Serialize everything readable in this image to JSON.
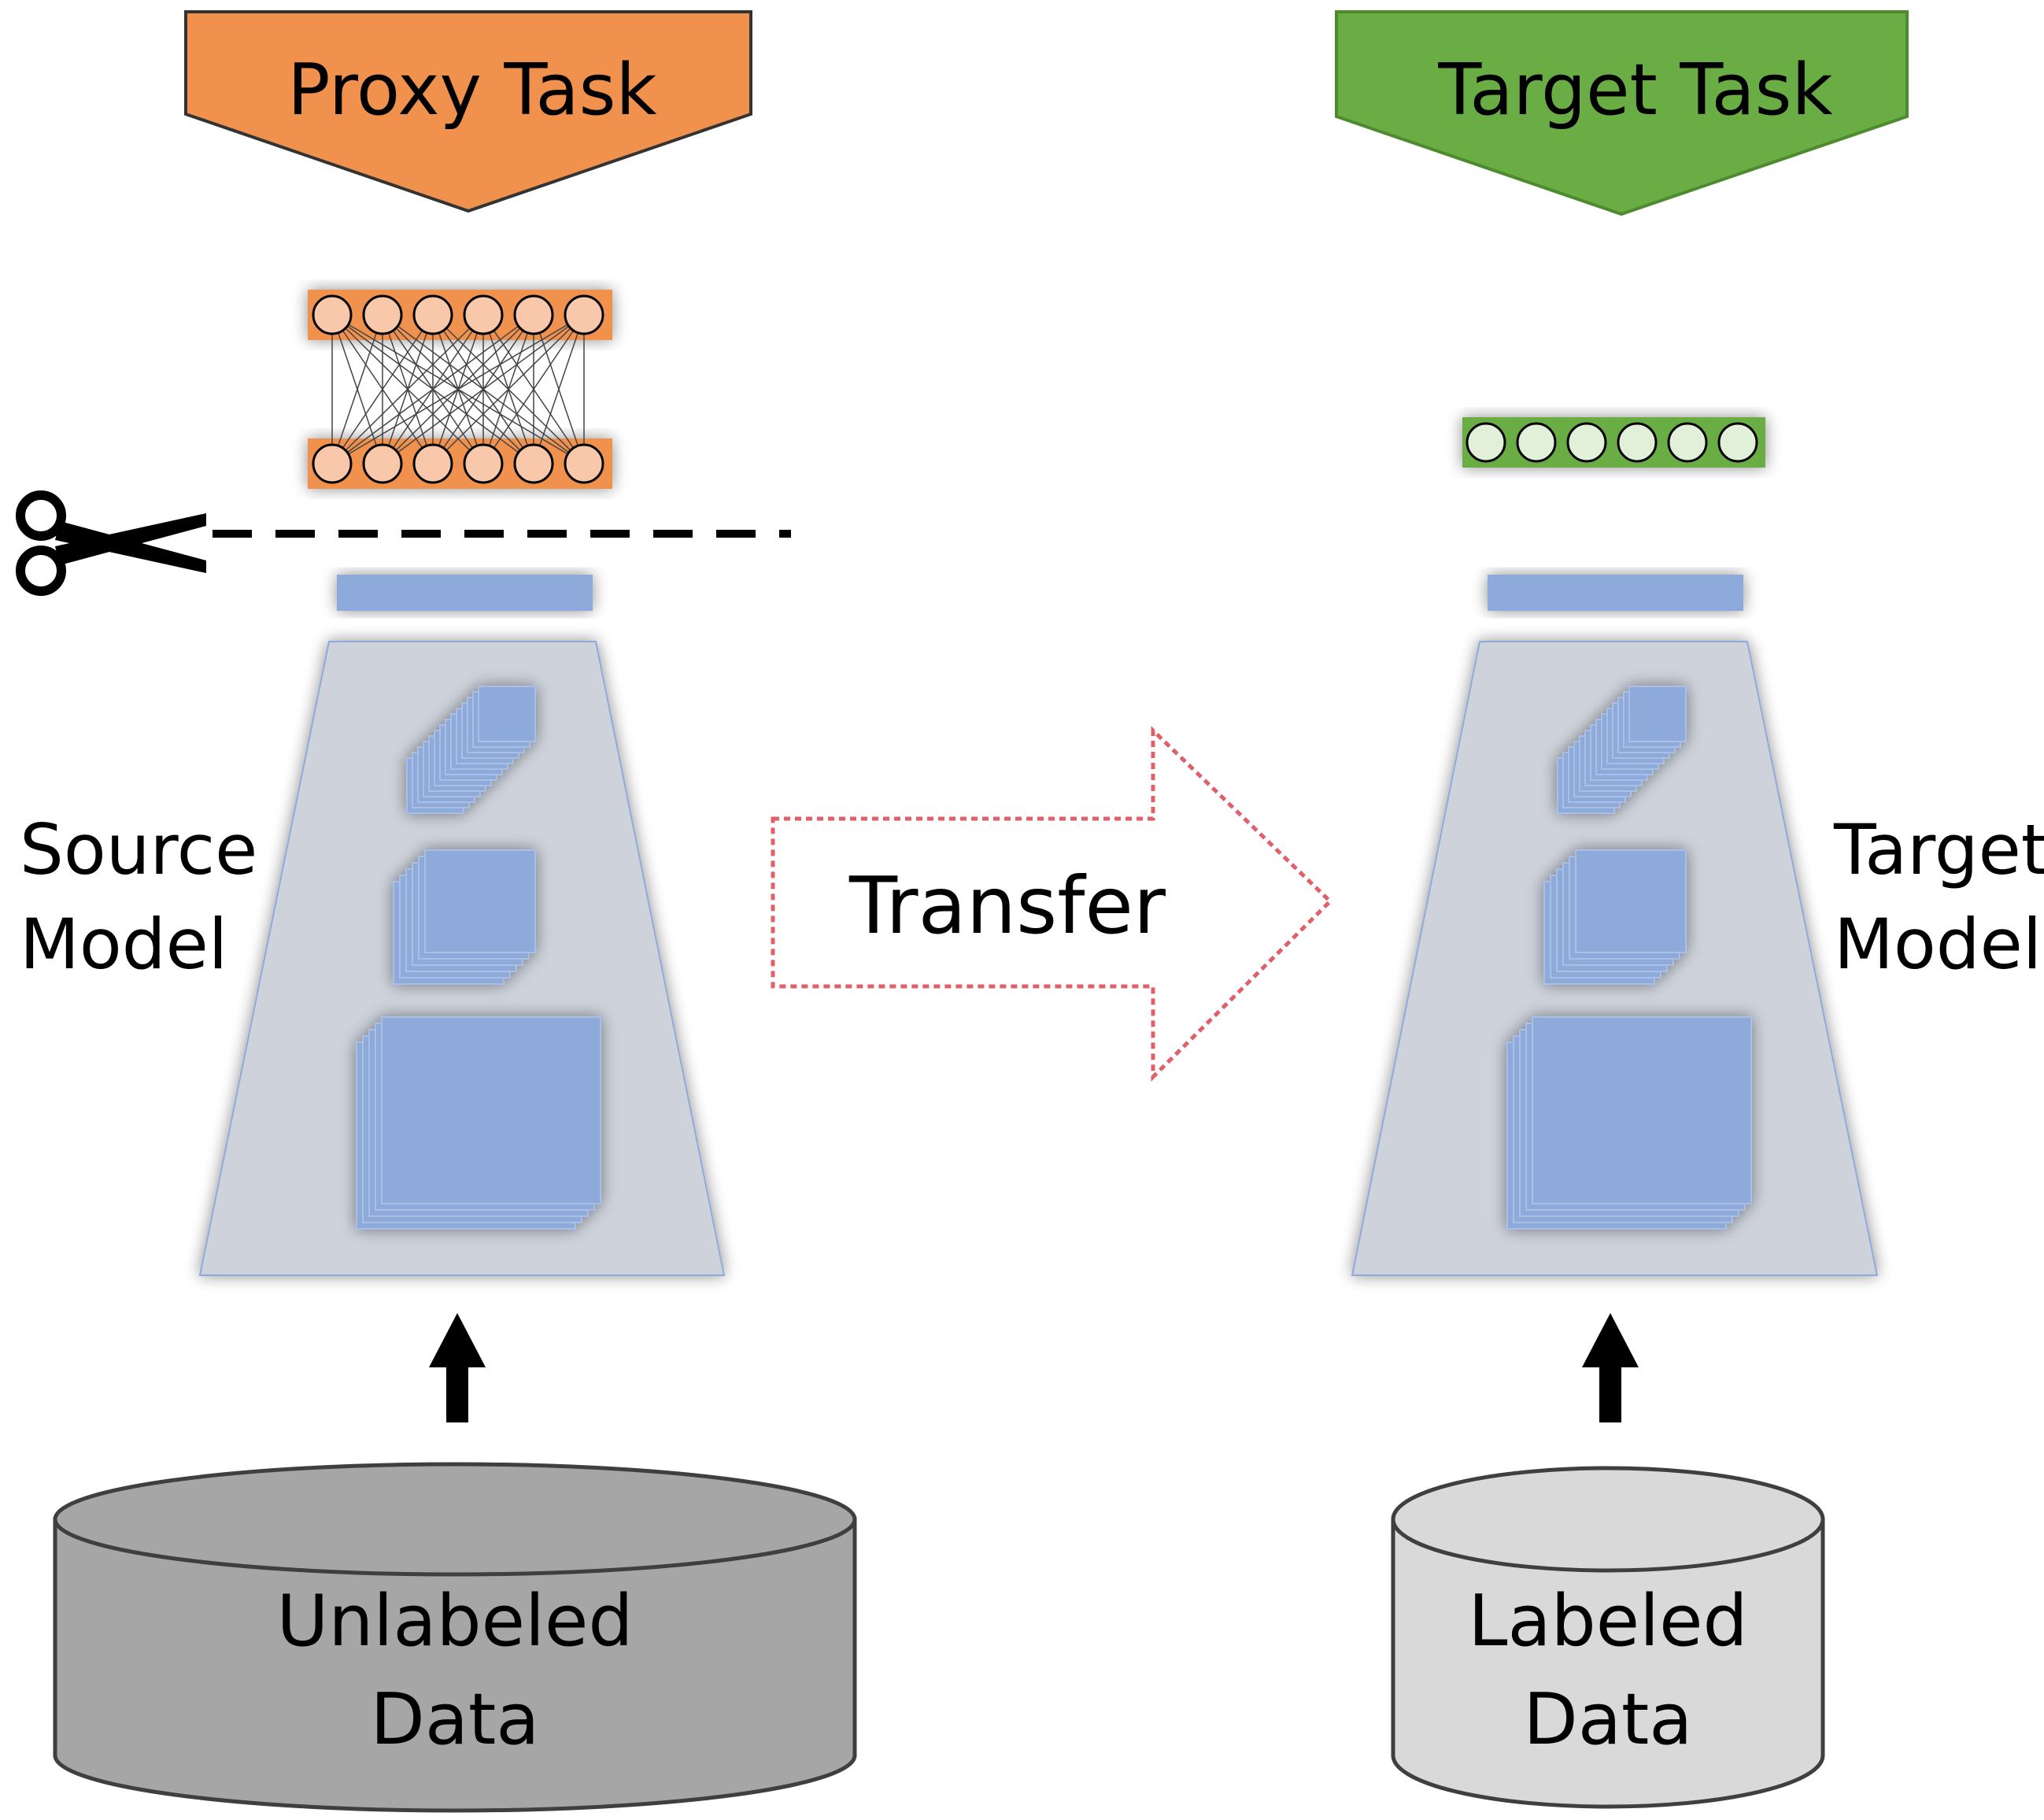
{
  "proxy_task": {
    "label": "Proxy Task",
    "fill": "#F0914E",
    "node_fill": "#F9C7A9"
  },
  "target_task": {
    "label": "Target Task",
    "fill": "#6AAD45",
    "node_fill": "#E2F0D9"
  },
  "source_model": {
    "line1": "Source",
    "line2": "Model"
  },
  "target_model": {
    "line1": "Target",
    "line2": "Model"
  },
  "transfer": {
    "label": "Transfer",
    "border": "#E0606A"
  },
  "unlabeled_data": {
    "line1": "Unlabeled",
    "line2": "Data",
    "fill": "#A6A6A6"
  },
  "labeled_data": {
    "line1": "Labeled",
    "line2": "Data",
    "fill": "#D9D9D9"
  },
  "colors": {
    "trapezoid": "#CDD2DB",
    "block": "#8EAADB"
  },
  "icons": {
    "cut": "scissors-icon"
  }
}
